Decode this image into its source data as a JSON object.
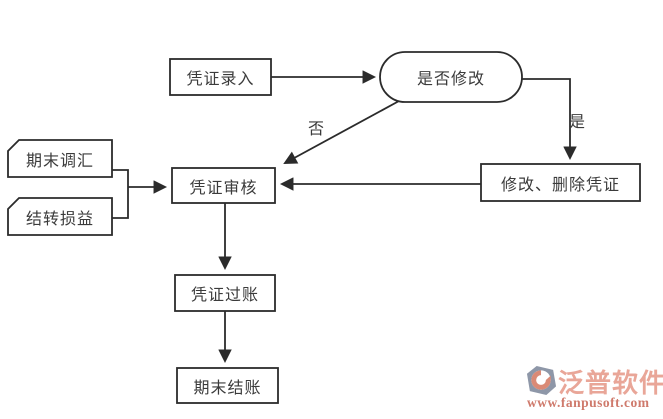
{
  "diagram": {
    "title_hint": "voucher-processing-flowchart",
    "colors": {
      "background": "#ffffff",
      "node_stroke": "#2b2b2b",
      "node_fill": "#ffffff",
      "text": "#3b3b3b"
    },
    "nodes": [
      {
        "id": "voucher-entry",
        "label": "凭证录入",
        "shape": "rect"
      },
      {
        "id": "is-modify",
        "label": "是否修改",
        "shape": "stadium"
      },
      {
        "id": "modify-delete",
        "label": "修改、删除凭证",
        "shape": "rect"
      },
      {
        "id": "voucher-audit",
        "label": "凭证审核",
        "shape": "rect"
      },
      {
        "id": "period-adjust",
        "label": "期末调汇",
        "shape": "card"
      },
      {
        "id": "carry-over",
        "label": "结转损益",
        "shape": "card"
      },
      {
        "id": "voucher-post",
        "label": "凭证过账",
        "shape": "rect"
      },
      {
        "id": "period-close",
        "label": "期末结账",
        "shape": "rect"
      }
    ],
    "labels": {
      "yes": "是",
      "no": "否"
    },
    "edges": [
      {
        "from": "voucher-entry",
        "to": "is-modify",
        "label": ""
      },
      {
        "from": "is-modify",
        "to": "modify-delete",
        "label": "是"
      },
      {
        "from": "is-modify",
        "to": "voucher-audit",
        "label": "否"
      },
      {
        "from": "modify-delete",
        "to": "voucher-audit",
        "label": ""
      },
      {
        "from": "period-adjust",
        "to": "voucher-audit",
        "label": ""
      },
      {
        "from": "carry-over",
        "to": "voucher-audit",
        "label": ""
      },
      {
        "from": "voucher-audit",
        "to": "voucher-post",
        "label": ""
      },
      {
        "from": "voucher-post",
        "to": "period-close",
        "label": ""
      }
    ]
  },
  "watermark": {
    "brand": "泛普软件",
    "url": "www.fanpusoft.com",
    "brand_color": "#e9a698",
    "url_color": "#cf7a6c",
    "icon_gray": "#8e97a8",
    "icon_coral": "#da8a76"
  }
}
